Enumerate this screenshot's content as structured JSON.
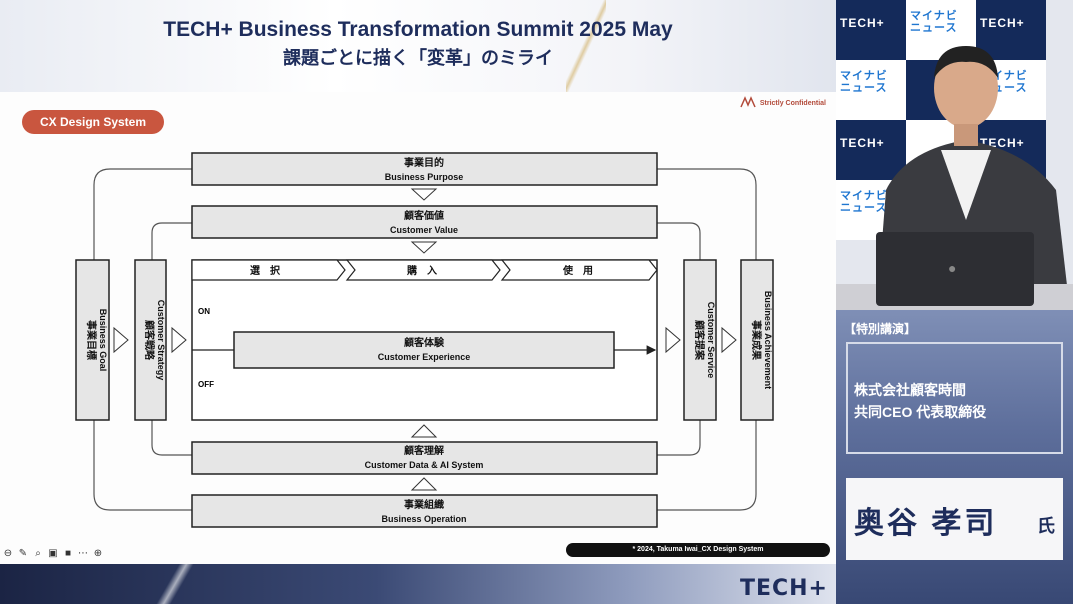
{
  "header": {
    "title": "TECH+ Business Transformation Summit 2025 May",
    "subtitle": "課題ごとに描く「変革」のミライ"
  },
  "slide": {
    "pill": "CX Design System",
    "confidential": "Strictly Confidential",
    "copyright": "* 2024, Takuma Iwai_CX Design System",
    "purpose": {
      "jp": "事業目的",
      "en": "Business Purpose"
    },
    "value": {
      "jp": "顧客価値",
      "en": "Customer Value"
    },
    "experience": {
      "jp": "顧客体験",
      "en": "Customer Experience"
    },
    "data": {
      "jp": "顧客理解",
      "en": "Customer Data & AI System"
    },
    "operation": {
      "jp": "事業組織",
      "en": "Business Operation"
    },
    "goal": {
      "jp": "事業目標",
      "en": "Business Goal"
    },
    "strategy": {
      "jp": "顧客戦略",
      "en": "Customer Strategy"
    },
    "service": {
      "jp": "顧客提案",
      "en": "Customer Service"
    },
    "achievement": {
      "jp": "事業成果",
      "en": "Business Achievement"
    },
    "phases": [
      "選　択",
      "購　入",
      "使　用"
    ],
    "on_label": "ON",
    "off_label": "OFF"
  },
  "toolbar_icons": [
    "back-icon",
    "pen-icon",
    "zoom-icon",
    "cc-icon",
    "video-icon",
    "more-icon",
    "forward-icon"
  ],
  "camera": {
    "logo_tech": "TECH+",
    "logo_mynavi_1": "マイナビ",
    "logo_mynavi_2": "ニュース"
  },
  "bottom_logo": "TECH+",
  "speaker": {
    "label": "【特別講演】",
    "company_line1": "株式会社顧客時間",
    "company_line2": "共同CEO 代表取締役",
    "name": "奥谷 孝司",
    "honorific": "氏"
  },
  "colors": {
    "accent": "#c9563f",
    "navy": "#1e2d5c",
    "box_fill": "#e6e6e6"
  }
}
